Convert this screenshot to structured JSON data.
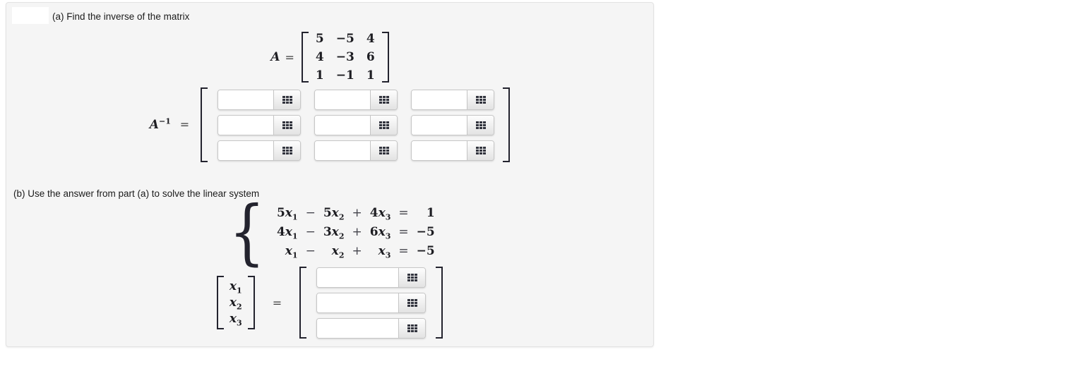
{
  "theme": {
    "panel_bg": "#f5f5f5",
    "panel_border": "#e3e3e3",
    "bracket_color": "#23232e",
    "keypad_icon_color": "#32343e",
    "input_border": "#c7c7c7"
  },
  "parts": {
    "a_label": "(a) Find the inverse of the matrix",
    "b_label": "(b) Use the answer from part (a) to solve the linear system"
  },
  "matrix_a": {
    "name": "A",
    "equals": "=",
    "rows": [
      [
        "5",
        "−5",
        "4"
      ],
      [
        "4",
        "−3",
        "6"
      ],
      [
        "1",
        "−1",
        "1"
      ]
    ]
  },
  "inverse_answer": {
    "base": "A",
    "exponent": "−1",
    "equals": "=",
    "grid_rows": 3,
    "grid_cols": 3,
    "input_value": ""
  },
  "system": {
    "equations": [
      {
        "t1c": "5",
        "t1v": "x",
        "t1s": "1",
        "op1": "−",
        "t2c": "5",
        "t2v": "x",
        "t2s": "2",
        "op2": "+",
        "t3c": "4",
        "t3v": "x",
        "t3s": "3",
        "eq": "=",
        "rhs": "1"
      },
      {
        "t1c": "4",
        "t1v": "x",
        "t1s": "1",
        "op1": "−",
        "t2c": "3",
        "t2v": "x",
        "t2s": "2",
        "op2": "+",
        "t3c": "6",
        "t3v": "x",
        "t3s": "3",
        "eq": "=",
        "rhs": "−5"
      },
      {
        "t1c": "",
        "t1v": "x",
        "t1s": "1",
        "op1": "−",
        "t2c": "",
        "t2v": "x",
        "t2s": "2",
        "op2": "+",
        "t3c": "",
        "t3v": "x",
        "t3s": "3",
        "eq": "=",
        "rhs": "−5"
      }
    ]
  },
  "solution": {
    "equals": "=",
    "vector": [
      {
        "base": "x",
        "sub": "1"
      },
      {
        "base": "x",
        "sub": "2"
      },
      {
        "base": "x",
        "sub": "3"
      }
    ],
    "input_value": ""
  }
}
